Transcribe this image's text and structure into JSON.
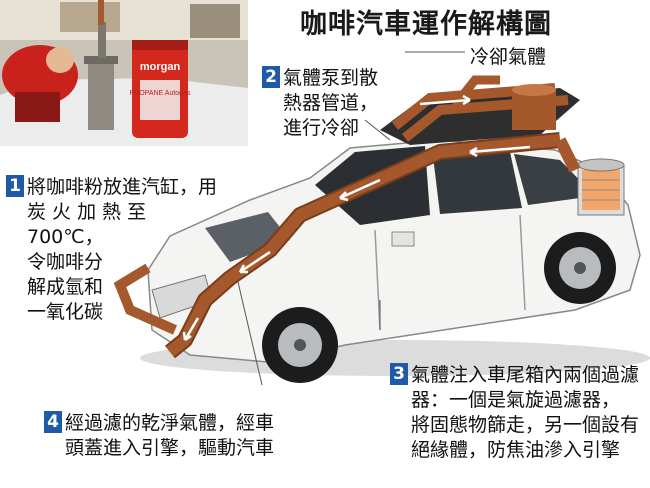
{
  "title": "咖啡汽車運作解構圖",
  "top_label": "冷卻氣體",
  "callouts": [
    {
      "num": "1",
      "text": "將咖啡粉放進汽缸，用\n炭 火 加 熱 至\n700℃，\n令咖啡分\n解成氫和\n一氧化碳"
    },
    {
      "num": "2",
      "text": "氣體泵到散\n熱器管道，\n進行冷卻"
    },
    {
      "num": "3",
      "text": "氣體注入車尾箱內兩個過濾\n器：一個是氣旋過濾器，\n將固態物篩走，另一個設有\n絕緣體，防焦油滲入引擎"
    },
    {
      "num": "4",
      "text": "經過濾的乾淨氣體，經車\n頭蓋進入引擎，驅動汽車"
    }
  ],
  "photo_text": {
    "can_brand": "morgan",
    "can_label": "PROPANE\nAutogas"
  },
  "colors": {
    "pipe": "#a4582c",
    "pipe_dark": "#7a3d1c",
    "badge": "#1e5aa8",
    "car": "#f4f4f2",
    "arrow": "#ffffff"
  }
}
